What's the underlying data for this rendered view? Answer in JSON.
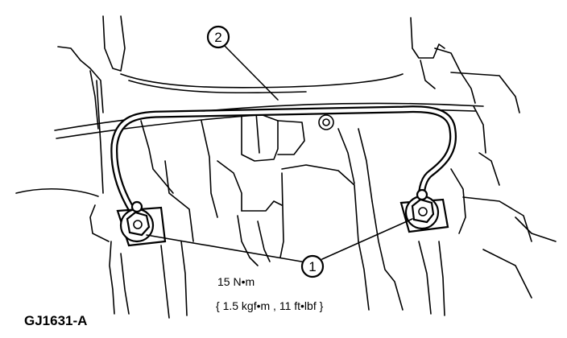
{
  "callouts": {
    "one": "1",
    "two": "2"
  },
  "torque": {
    "line1": "15 N•m",
    "line2": "{ 1.5 kgf•m , 11 ft•lbf }"
  },
  "figure_id": "GJ1631-A"
}
